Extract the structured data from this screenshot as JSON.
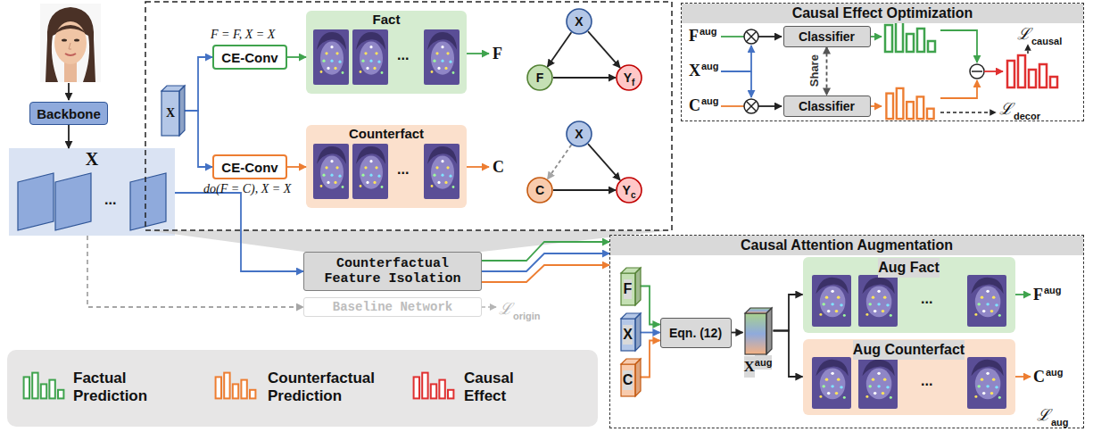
{
  "diagram": {
    "nodes": [
      {
        "text": [
          "Backbone"
        ]
      },
      {
        "text": [
          "X"
        ]
      },
      {
        "text": [
          "X"
        ]
      },
      {
        "text": [
          "CE-Conv"
        ]
      },
      {
        "text": [
          "Fact"
        ]
      },
      {
        "text": [
          "X"
        ]
      },
      {
        "text": [
          "F"
        ]
      },
      {
        "text": [
          "Y",
          "f"
        ]
      },
      {
        "text": [
          "CE-Conv"
        ]
      },
      {
        "text": [
          "Counterfact"
        ]
      },
      {
        "text": [
          "X"
        ]
      },
      {
        "text": [
          "C"
        ]
      },
      {
        "text": [
          "Y",
          "c"
        ]
      },
      {
        "text": [
          "Causal Effect Optimization"
        ]
      },
      {
        "text": [
          "Classifier"
        ],
        "in": 13
      },
      {
        "text": [
          "Classifier"
        ],
        "in": 13
      },
      {
        "text": [
          "Counterfactual Feature Isolation"
        ]
      },
      {
        "text": [
          "Baseline Network"
        ]
      },
      {
        "text": [
          "Causal Attention Augmentation"
        ]
      },
      {
        "text": [
          "F"
        ],
        "in": 18
      },
      {
        "text": [
          "X"
        ],
        "in": 18
      },
      {
        "text": [
          "C"
        ],
        "in": 18
      },
      {
        "text": [
          "Eqn. (12)"
        ],
        "in": 18
      },
      {
        "text": [
          "X",
          "aug"
        ],
        "in": 18
      },
      {
        "text": [
          "Aug Fact"
        ],
        "in": 18
      },
      {
        "text": [
          "Aug Counterfact"
        ],
        "in": 18
      }
    ],
    "edges": [
      {
        "from": 0,
        "to": 1,
        "arrow": "to"
      },
      {
        "from": 1,
        "to": 16,
        "arrow": "to"
      },
      {
        "from": 1,
        "to": 17,
        "arrow": "to"
      },
      {
        "from": 2,
        "to": 3,
        "arrow": "to"
      },
      {
        "from": 2,
        "to": 8,
        "arrow": "to"
      },
      {
        "from": 3,
        "to": 4,
        "arrow": "to"
      },
      {
        "from": 8,
        "to": 9,
        "arrow": "to"
      },
      {
        "from": 5,
        "to": 6,
        "arrow": "to"
      },
      {
        "from": 5,
        "to": 7,
        "arrow": "to"
      },
      {
        "from": 6,
        "to": 7,
        "arrow": "to"
      },
      {
        "from": 10,
        "to": 11,
        "arrow": "to"
      },
      {
        "from": 10,
        "to": 12,
        "arrow": "to"
      },
      {
        "from": 11,
        "to": 12,
        "arrow": "to"
      },
      {
        "from": 14,
        "to": 15,
        "label": "Share",
        "arrow": "both"
      },
      {
        "from": 16,
        "to": 18,
        "arrow": "to"
      },
      {
        "from": 16,
        "to": 18,
        "arrow": "to"
      },
      {
        "from": 16,
        "to": 18,
        "arrow": "to"
      },
      {
        "from": 19,
        "to": 22,
        "arrow": "to"
      },
      {
        "from": 20,
        "to": 22,
        "arrow": "to"
      },
      {
        "from": 21,
        "to": 22,
        "arrow": "to"
      },
      {
        "from": 22,
        "to": 23,
        "arrow": "to"
      },
      {
        "from": 23,
        "to": 24,
        "arrow": "to"
      },
      {
        "from": 23,
        "to": 25,
        "arrow": "to"
      }
    ],
    "labels": [
      "F = F, X = X",
      "do(F = C), X = X",
      "F",
      "C",
      "F",
      "aug",
      "X",
      "aug",
      "C",
      "aug",
      "ℒ",
      "causal",
      "ℒ",
      "decor",
      "F",
      "aug",
      "C",
      "aug",
      "ℒ",
      "aug",
      "ℒ",
      "origin",
      "...",
      "...",
      "...",
      "...",
      "..."
    ],
    "legend": [
      {
        "text": "Factual Prediction"
      },
      {
        "text": "Counterfactual Prediction"
      },
      {
        "text": "Causal Effect"
      }
    ]
  }
}
